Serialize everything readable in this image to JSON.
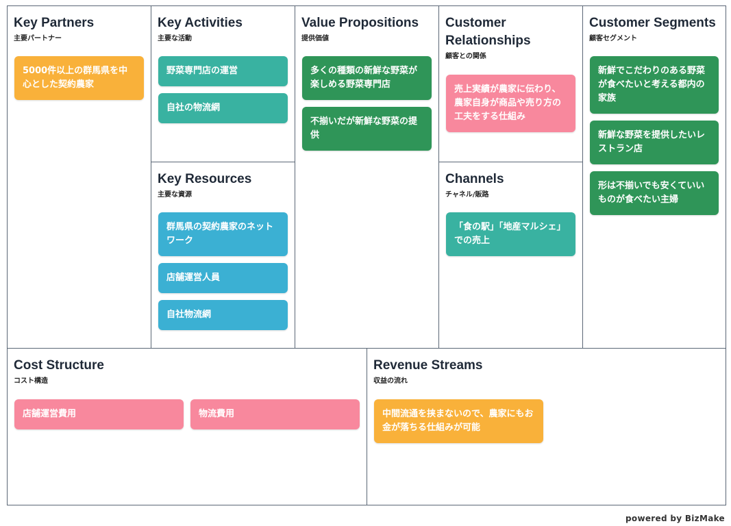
{
  "colors": {
    "orange": "#f9b13a",
    "teal": "#39b2a1",
    "green": "#2f9558",
    "blue": "#3bb0d3",
    "pink": "#f8889d",
    "border": "#5a6675"
  },
  "key_partners": {
    "title": "Key Partners",
    "subtitle": "主要パートナー",
    "cards": [
      {
        "text": "5000件以上の群馬県を中心とした契約農家",
        "color": "#f9b13a"
      }
    ]
  },
  "key_activities": {
    "title": "Key Activities",
    "subtitle": "主要な活動",
    "cards": [
      {
        "text": "野菜専門店の運営",
        "color": "#39b2a1"
      },
      {
        "text": "自社の物流網",
        "color": "#39b2a1"
      }
    ]
  },
  "key_resources": {
    "title": "Key Resources",
    "subtitle": "主要な資源",
    "cards": [
      {
        "text": "群馬県の契約農家のネットワーク",
        "color": "#3bb0d3"
      },
      {
        "text": "店舗運営人員",
        "color": "#3bb0d3"
      },
      {
        "text": "自社物流網",
        "color": "#3bb0d3"
      }
    ]
  },
  "value_propositions": {
    "title": "Value Propositions",
    "subtitle": "提供価値",
    "cards": [
      {
        "text": "多くの種類の新鮮な野菜が楽しめる野菜専門店",
        "color": "#2f9558"
      },
      {
        "text": "不揃いだが新鮮な野菜の提供",
        "color": "#2f9558"
      }
    ]
  },
  "customer_relationships": {
    "title": "Customer Relationships",
    "subtitle": "顧客との関係",
    "cards": [
      {
        "text": "売上実績が農家に伝わり、農家自身が商品や売り方の工夫をする仕組み",
        "color": "#f8889d"
      }
    ]
  },
  "channels": {
    "title": "Channels",
    "subtitle": "チャネル/販路",
    "cards": [
      {
        "text": "「食の駅」「地産マルシェ」での売上",
        "color": "#39b2a1"
      }
    ]
  },
  "customer_segments": {
    "title": "Customer Segments",
    "subtitle": "顧客セグメント",
    "cards": [
      {
        "text": "新鮮でこだわりのある野菜が食べたいと考える都内の家族",
        "color": "#2f9558"
      },
      {
        "text": "新鮮な野菜を提供したいレストラン店",
        "color": "#2f9558"
      },
      {
        "text": "形は不揃いでも安くていいものが食べたい主婦",
        "color": "#2f9558"
      }
    ]
  },
  "cost_structure": {
    "title": "Cost Structure",
    "subtitle": "コスト構造",
    "cards": [
      {
        "text": "店舗運営費用",
        "color": "#f8889d"
      },
      {
        "text": "物流費用",
        "color": "#f8889d"
      }
    ]
  },
  "revenue_streams": {
    "title": "Revenue Streams",
    "subtitle": "収益の流れ",
    "cards": [
      {
        "text": "中間流通を挟まないので、農家にもお金が落ちる仕組みが可能",
        "color": "#f9b13a"
      }
    ]
  },
  "footer": {
    "text": "powered by BizMake"
  }
}
